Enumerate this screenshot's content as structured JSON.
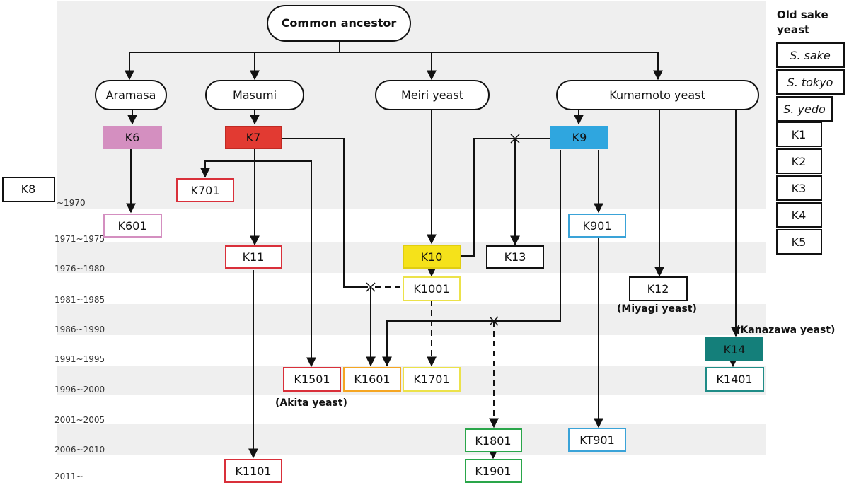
{
  "root": "Common ancestor",
  "lineages": {
    "aramasa": "Aramasa",
    "masumi": "Masumi",
    "meiri": "Meiri yeast",
    "kumamoto": "Kumamoto yeast"
  },
  "strains": {
    "K6": "K6",
    "K601": "K601",
    "K7": "K7",
    "K701": "K701",
    "K11": "K11",
    "K1101": "K1101",
    "K1501": "K1501",
    "K10": "K10",
    "K1001": "K1001",
    "K1601": "K1601",
    "K1701": "K1701",
    "K13": "K13",
    "K1801": "K1801",
    "K1901": "K1901",
    "K9": "K9",
    "K901": "K901",
    "KT901": "KT901",
    "K12": "K12",
    "K14": "K14",
    "K1401": "K1401",
    "K8": "K8"
  },
  "notes": {
    "akita": "(Akita yeast)",
    "miyagi": "(Miyagi yeast)",
    "kanazawa": "(Kanazawa yeast)"
  },
  "periods": [
    "~1970",
    "1971~1975",
    "1976~1980",
    "1981~1985",
    "1986~1990",
    "1991~1995",
    "1996~2000",
    "2001~2005",
    "2006~2010",
    "2011~"
  ],
  "legend": {
    "title_line1": "Old sake",
    "title_line2": "yeast",
    "items": [
      "S. sake",
      "S. tokyo",
      "S. yedo",
      "K1",
      "K2",
      "K3",
      "K4",
      "K5"
    ]
  },
  "colors": {
    "band": "#efefef",
    "line": "#111111",
    "k6": "#d48fc0",
    "k7": "#e23a32",
    "red_border": "#d9303a",
    "k10": "#f5e21a",
    "yellow_border": "#ece24a",
    "orange_border": "#f5a623",
    "k9": "#2fa6df",
    "blue_border": "#3aa3d8",
    "k14": "#147f7a",
    "teal_border": "#1f8c87",
    "green_border": "#2aa64a",
    "pink_border": "#d48fc0"
  }
}
